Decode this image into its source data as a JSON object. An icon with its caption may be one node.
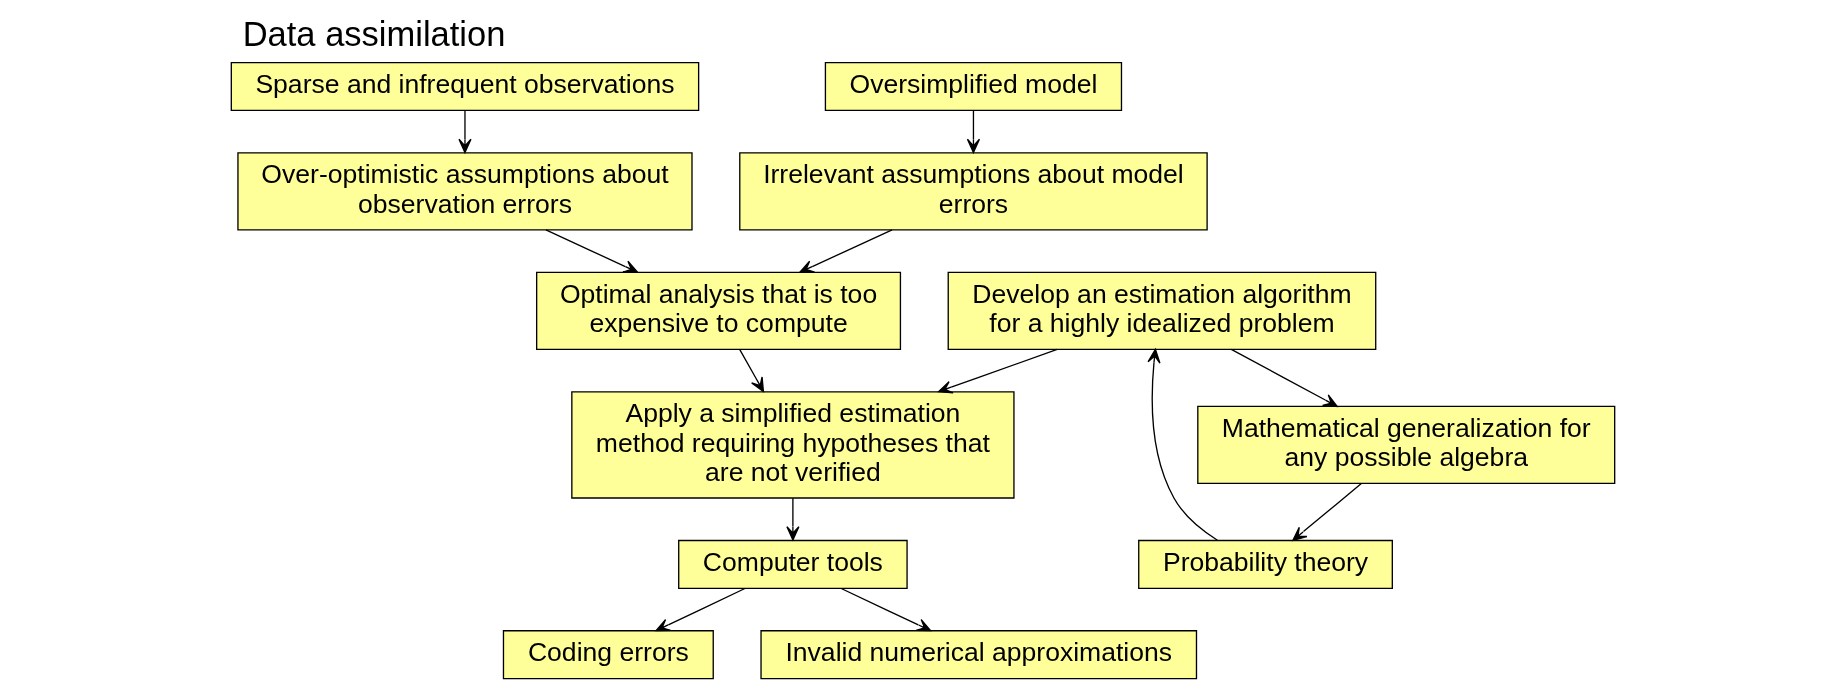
{
  "diagram": {
    "title": "Data assimilation",
    "nodes": [
      {
        "text": [
          "Sparse and infrequent observations"
        ]
      },
      {
        "text": [
          "Oversimplified model"
        ]
      },
      {
        "text": [
          "Over-optimistic assumptions about observation errors"
        ]
      },
      {
        "text": [
          "Irrelevant assumptions about model errors"
        ]
      },
      {
        "text": [
          "Probability theory"
        ]
      },
      {
        "text": [
          "Optimal analysis that is too expensive to compute"
        ]
      },
      {
        "text": [
          "Mathematical generalization for any possible algebra"
        ]
      },
      {
        "text": [
          "Apply a simplified estimation method requiring hypotheses that are not verified"
        ]
      },
      {
        "text": [
          "Develop an estimation algorithm for a highly idealized problem"
        ]
      },
      {
        "text": [
          "Computer tools"
        ]
      },
      {
        "text": [
          "Coding errors"
        ]
      },
      {
        "text": [
          "Invalid numerical approximations"
        ]
      }
    ],
    "edges": [
      {
        "from": 0,
        "to": 2,
        "arrow": "to"
      },
      {
        "from": 1,
        "to": 3,
        "arrow": "to"
      },
      {
        "from": 2,
        "to": 5,
        "arrow": "to"
      },
      {
        "from": 3,
        "to": 5,
        "arrow": "to"
      },
      {
        "from": 6,
        "to": 4,
        "arrow": "to"
      },
      {
        "from": 4,
        "to": 8,
        "arrow": "to"
      },
      {
        "from": 8,
        "to": 6,
        "arrow": "to"
      },
      {
        "from": 5,
        "to": 7,
        "arrow": "to"
      },
      {
        "from": 8,
        "to": 7,
        "arrow": "to"
      },
      {
        "from": 7,
        "to": 9,
        "arrow": "to"
      },
      {
        "from": 9,
        "to": 10,
        "arrow": "to"
      },
      {
        "from": 9,
        "to": 11,
        "arrow": "to"
      }
    ]
  }
}
